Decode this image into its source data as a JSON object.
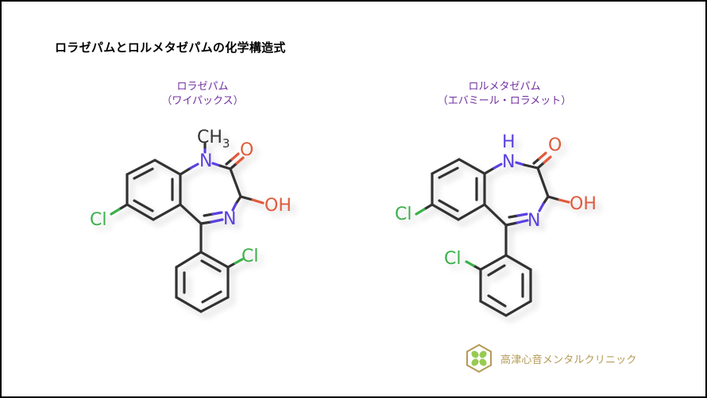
{
  "title": "ロラゼパムとロルメタゼパムの化学構造式",
  "molecules": [
    {
      "name": "ロラゼパム",
      "brand": "（ワイパックス）",
      "atoms": {
        "n_methyl": "CH",
        "n_methyl_sub": "3",
        "n1": "N",
        "o_carbonyl": "O",
        "oh": "OH",
        "n4": "N",
        "cl_ring": "Cl",
        "cl_phenyl": "Cl"
      }
    },
    {
      "name": "ロルメタゼパム",
      "brand": "（エバミール・ロラメット）",
      "atoms": {
        "nh_h": "H",
        "n1": "N",
        "o_carbonyl": "O",
        "oh": "OH",
        "n4": "N",
        "cl_ring": "Cl",
        "cl_phenyl": "Cl"
      }
    }
  ],
  "logo": {
    "text": "高津心音メンタルクリニック",
    "icon": "hexagon-clover-icon"
  },
  "colors": {
    "label": "#7030a0",
    "bond": "#333333",
    "nitrogen": "#5a3fe0",
    "oxygen": "#e05a3a",
    "chlorine": "#3ab04a",
    "logo_gold": "#b59a55",
    "logo_green": "#8cc63f"
  }
}
